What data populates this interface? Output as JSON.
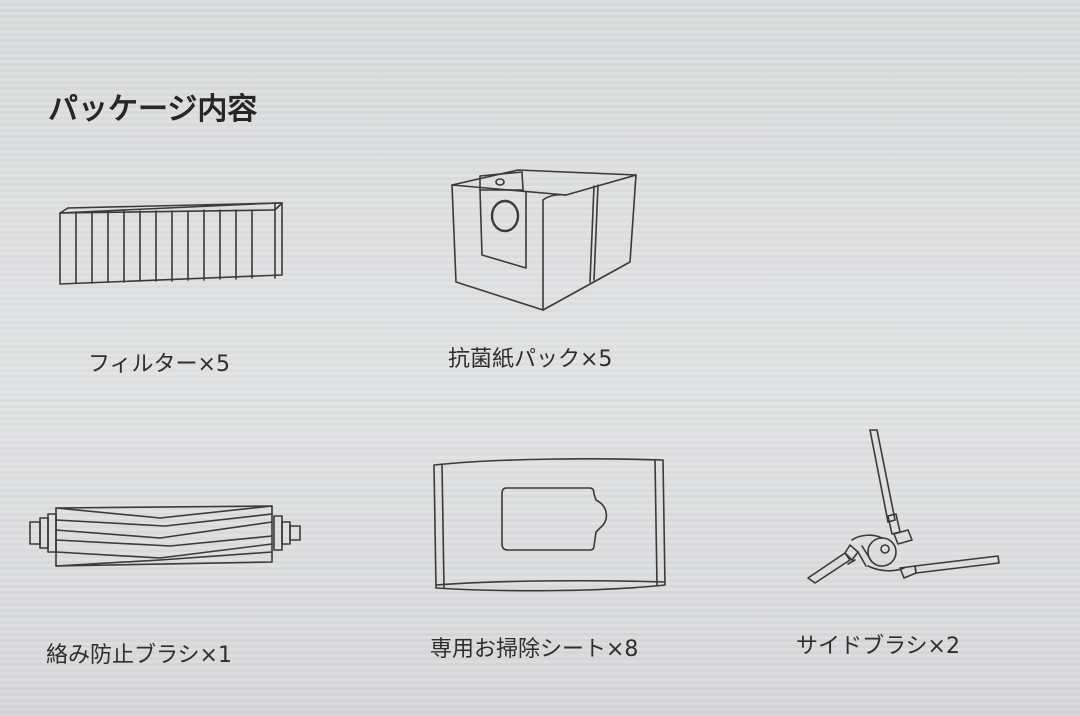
{
  "title": "パッケージ内容",
  "items": [
    {
      "icon": "filter-icon",
      "label": "フィルター×5"
    },
    {
      "icon": "dust-bag-icon",
      "label": "抗菌紙パック×5"
    },
    {
      "icon": "roller-brush-icon",
      "label": "絡み防止ブラシ×1"
    },
    {
      "icon": "wipes-pack-icon",
      "label": "専用お掃除シート×8"
    },
    {
      "icon": "side-brush-icon",
      "label": "サイドブラシ×2"
    }
  ],
  "colors": {
    "background": "#dfe0e1",
    "ink": "#2e2e2e"
  }
}
